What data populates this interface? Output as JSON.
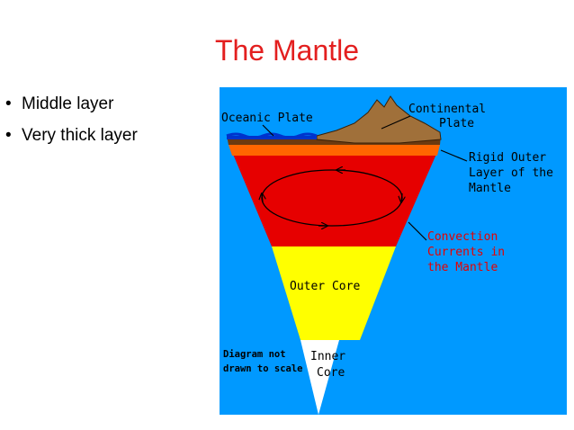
{
  "slide": {
    "title": "The Mantle",
    "bullets": [
      "Middle layer",
      "Very thick layer"
    ]
  },
  "diagram": {
    "labels": {
      "oceanic_plate": "Oceanic Plate",
      "continental_plate_1": "Continental",
      "continental_plate_2": "Plate",
      "rigid_outer_1": "Rigid Outer",
      "rigid_outer_2": "Layer of the",
      "rigid_outer_3": "Mantle",
      "convection_1": "Convection",
      "convection_2": "Currents in",
      "convection_3": "the Mantle",
      "outer_core": "Outer Core",
      "inner_core_1": "Inner",
      "inner_core_2": "Core",
      "note_1": "Diagram not",
      "note_2": "drawn to scale"
    },
    "colors": {
      "background": "#0099ff",
      "mantle": "#e60000",
      "outer_core": "#ffff00",
      "inner_core": "#ffffff",
      "rigid_outer": "#ff6600",
      "crust": "#6b3a10",
      "continent": "#a0703a",
      "ocean": "#0033cc",
      "convection_label": "#e60000"
    }
  }
}
